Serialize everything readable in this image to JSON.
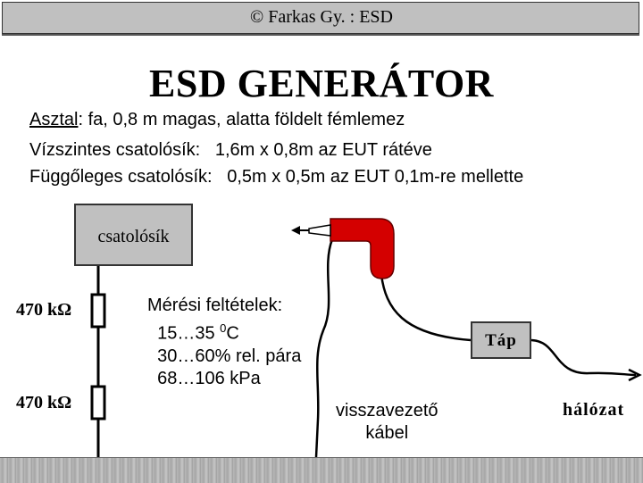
{
  "header": {
    "text": "© Farkas Gy. : ESD"
  },
  "title": "ESD GENERÁTOR",
  "description": {
    "line1_label": "Asztal",
    "line1_rest": ": fa, 0,8 m magas, alatta földelt fémlemez",
    "line2": "Vízszintes csatolósík:   1,6m x 0,8m az EUT rátéve",
    "line3": "Függőleges csatolósík:   0,5m x 0,5m az EUT 0,1m-re mellette"
  },
  "diagram": {
    "plate_label": "csatolósík",
    "resistor1_label": "470 kΩ",
    "resistor2_label": "470 kΩ",
    "conditions": {
      "title": "Mérési feltételek:",
      "temperature_prefix": "  15…35 ",
      "temperature_sup": "0",
      "temperature_unit": "C",
      "humidity": "  30…60% rel. pára",
      "pressure": "  68…106 kPa"
    },
    "power_box_label": "Táp",
    "return_cable_line1": "visszavezető",
    "return_cable_line2": "kábel",
    "mains_label": "hálózat",
    "generator_color": "#d40000",
    "plate_color": "#c0c0c0"
  }
}
